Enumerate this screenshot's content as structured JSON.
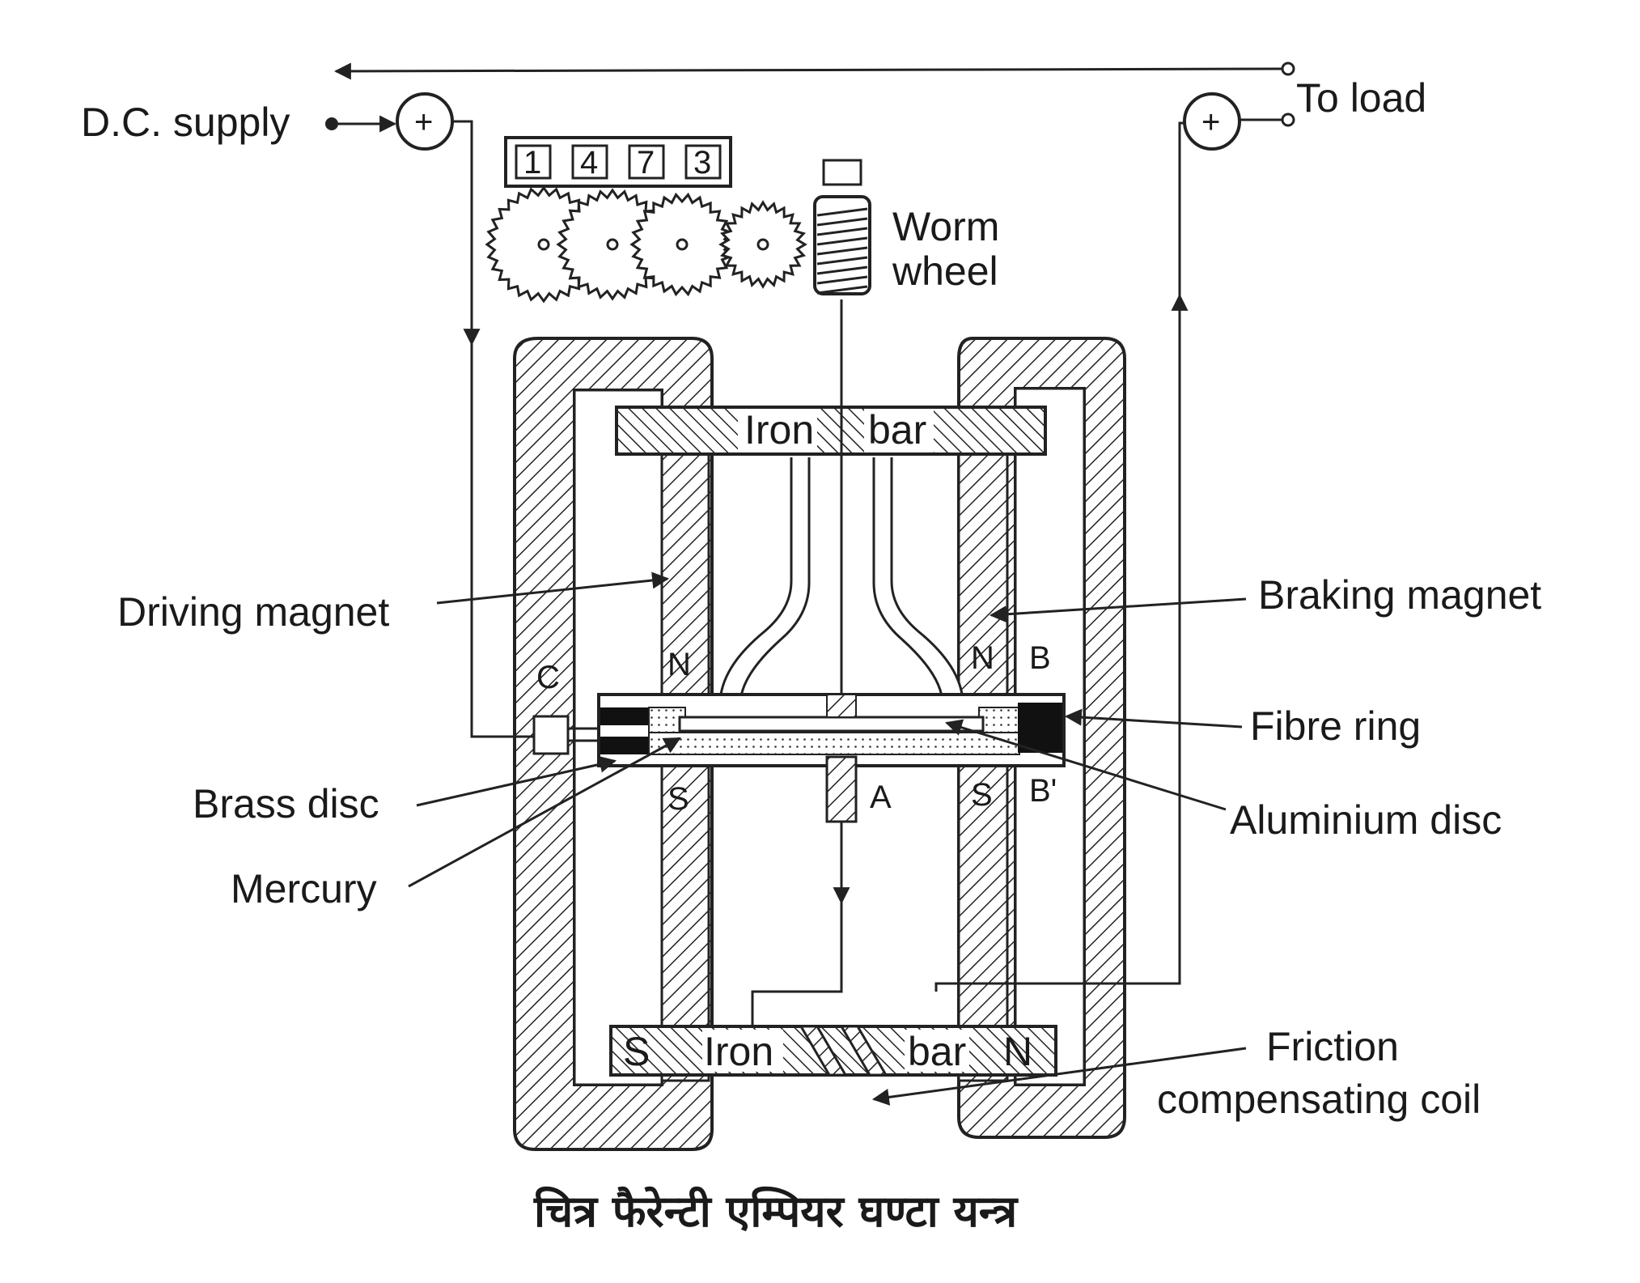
{
  "labels": {
    "dc_supply": "D.C. supply",
    "to_load": "To load",
    "worm": "Worm",
    "wheel": "wheel",
    "iron_top_left": "Iron",
    "iron_top_right": "bar",
    "iron_bottom_left": "Iron",
    "iron_bottom_right": "bar",
    "driving_magnet": "Driving magnet",
    "braking_magnet": "Braking magnet",
    "fibre_ring": "Fibre ring",
    "brass_disc": "Brass disc",
    "aluminium_disc": "Aluminium disc",
    "mercury": "Mercury",
    "friction_line1": "Friction",
    "friction_line2": "compensating coil"
  },
  "poles": {
    "c": "C",
    "n_left": "N",
    "s_left": "S",
    "n_right": "N",
    "s_right": "S",
    "b": "B",
    "b_prime": "B'",
    "a": "A",
    "s_bottom": "S",
    "n_bottom": "N"
  },
  "terminals": {
    "plus": "+"
  },
  "counter": [
    "1",
    "4",
    "7",
    "3"
  ],
  "caption": "चित्र फैरेन्टी एम्पियर घण्टा यन्त्र"
}
